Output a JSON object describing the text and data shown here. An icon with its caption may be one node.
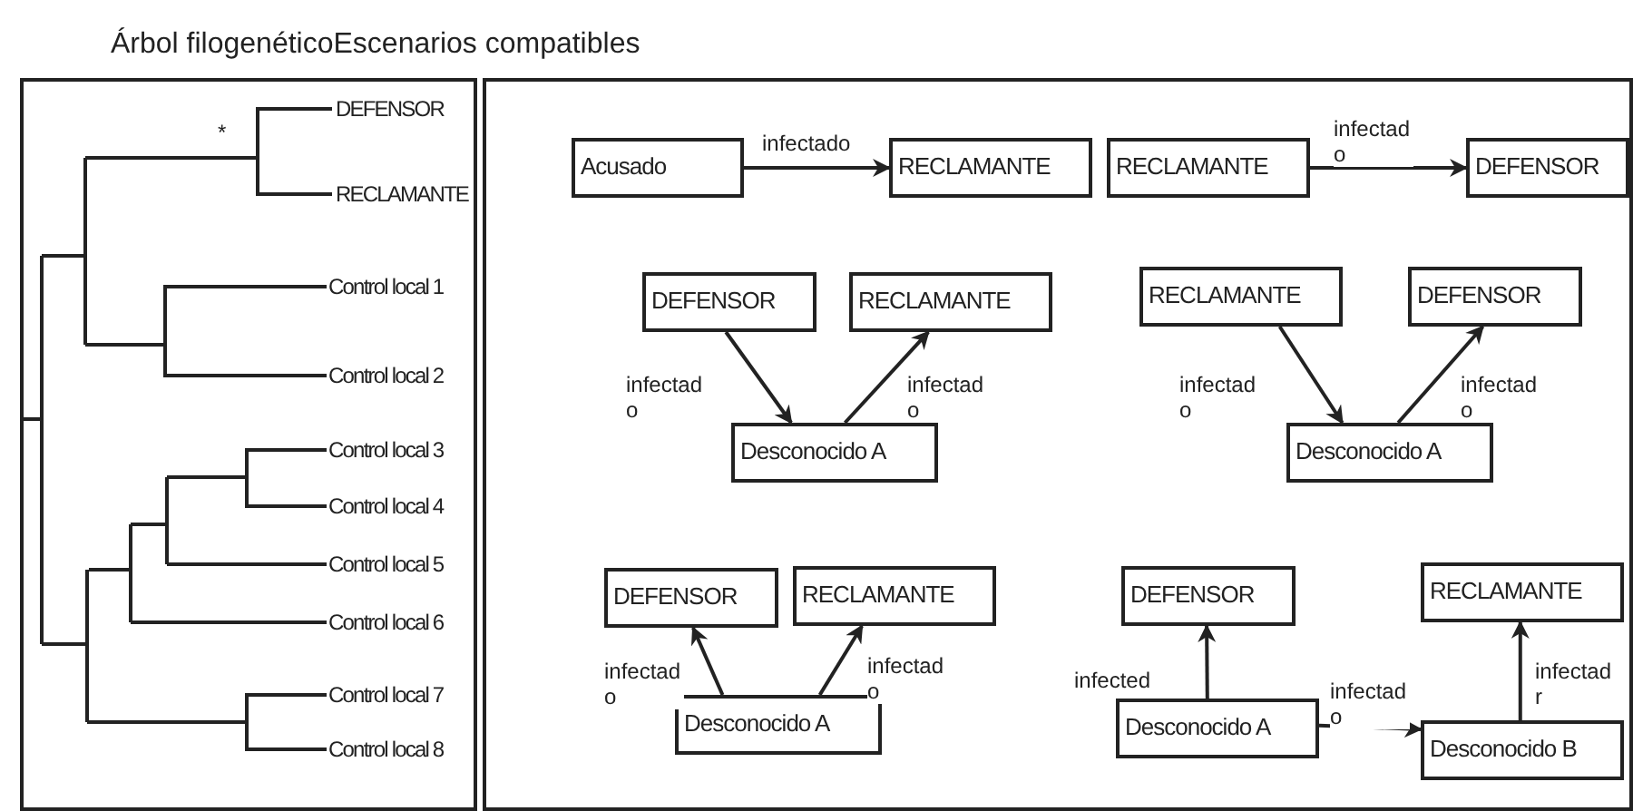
{
  "diagram": {
    "title": "Árbol filogenéticoEscenarios compatibles",
    "nodes": [
      {
        "text": [
          "Acusado"
        ]
      },
      {
        "text": [
          "RECLAMANTE"
        ]
      },
      {
        "text": [
          "RECLAMANTE"
        ]
      },
      {
        "text": [
          "DEFENSOR"
        ]
      },
      {
        "text": [
          "DEFENSOR"
        ]
      },
      {
        "text": [
          "RECLAMANTE"
        ]
      },
      {
        "text": [
          "Desconocido A"
        ]
      },
      {
        "text": [
          "RECLAMANTE"
        ]
      },
      {
        "text": [
          "DEFENSOR"
        ]
      },
      {
        "text": [
          "Desconocido A"
        ]
      },
      {
        "text": [
          "DEFENSOR"
        ]
      },
      {
        "text": [
          "RECLAMANTE"
        ]
      },
      {
        "text": [
          "Desconocido A"
        ]
      },
      {
        "text": [
          "DEFENSOR"
        ]
      },
      {
        "text": [
          "RECLAMANTE"
        ]
      },
      {
        "text": [
          "Desconocido A"
        ]
      },
      {
        "text": [
          "Desconocido B"
        ]
      }
    ],
    "edges": [
      {
        "from": 0,
        "to": 1,
        "arrow": "to",
        "label": "infectado"
      },
      {
        "from": 2,
        "to": 3,
        "arrow": "to",
        "label": "infectad o"
      },
      {
        "from": 4,
        "to": 6,
        "arrow": "to",
        "label": "infectad o"
      },
      {
        "from": 6,
        "to": 5,
        "arrow": "to",
        "label": "infectad o"
      },
      {
        "from": 7,
        "to": 9,
        "arrow": "to",
        "label": "infectad o"
      },
      {
        "from": 9,
        "to": 8,
        "arrow": "to",
        "label": "infectad o"
      },
      {
        "from": 12,
        "to": 10,
        "arrow": "to",
        "label": "infectad o"
      },
      {
        "from": 12,
        "to": 11,
        "arrow": "to",
        "label": "infectad o"
      },
      {
        "from": 15,
        "to": 13,
        "arrow": "to",
        "label": "infected"
      },
      {
        "from": 15,
        "to": 16,
        "arrow": "to",
        "label": "infectad o"
      },
      {
        "from": 16,
        "to": 14,
        "arrow": "to",
        "label": "infectad r"
      }
    ],
    "labels": [
      "*",
      "DEFENSOR",
      "RECLAMANTE",
      "Control local 1",
      "Control local 2",
      "Control local 3",
      "Control local 4",
      "Control local 5",
      "Control local 6",
      "Control local 7",
      "Control local 8"
    ]
  }
}
